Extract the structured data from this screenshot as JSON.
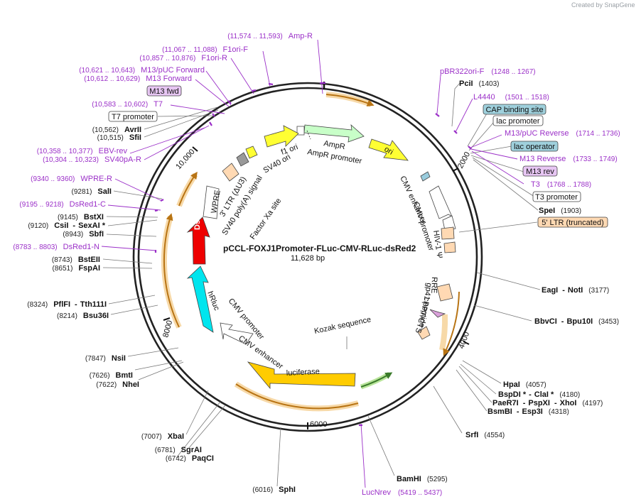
{
  "credit": "Created by SnapGene",
  "plasmid": {
    "name": "pCCL-FOXJ1Promoter-FLuc-CMV-RLuc-dsRed2",
    "size": "11,628 bp"
  },
  "scale_ticks": [
    "2000",
    "4000",
    "6000",
    "8000",
    "10,000"
  ],
  "enzymes": [
    {
      "name": "PciI",
      "coord": "(1403)"
    },
    {
      "name": "SpeI",
      "coord": "(1903)"
    },
    {
      "name": "EagI",
      "sep": "-",
      "name2": "NotI",
      "coord": "(3177)"
    },
    {
      "name": "BbvCI",
      "sep": "-",
      "name2": "Bpu10I",
      "coord": "(3453)"
    },
    {
      "name": "HpaI",
      "coord": "(4057)"
    },
    {
      "name": "BspDI *",
      "sep": "-",
      "name2": "ClaI *",
      "coord": "(4180)"
    },
    {
      "name": "PaeR7I",
      "sep": "-",
      "name2": "PspXI",
      "sep2": "-",
      "name3": "XhoI",
      "coord": "(4197)"
    },
    {
      "name": "BsmBI",
      "sep": "-",
      "name2": "Esp3I",
      "coord": "(4318)"
    },
    {
      "name": "SrfI",
      "coord": "(4554)"
    },
    {
      "name": "BamHI",
      "coord": "(5295)"
    },
    {
      "name": "SphI",
      "coord": "(6016)"
    },
    {
      "name": "PaqCI",
      "coord": "(6742)"
    },
    {
      "name": "SgrAI",
      "coord": "(6781)"
    },
    {
      "name": "XbaI",
      "coord": "(7007)"
    },
    {
      "name": "NheI",
      "coord": "(7622)"
    },
    {
      "name": "BmtI",
      "coord": "(7626)"
    },
    {
      "name": "NsiI",
      "coord": "(7847)"
    },
    {
      "name": "Bsu36I",
      "coord": "(8214)"
    },
    {
      "name": "PflFI",
      "sep": "-",
      "name2": "Tth111I",
      "coord": "(8324)"
    },
    {
      "name": "FspAI",
      "coord": "(8651)"
    },
    {
      "name": "BstEII",
      "coord": "(8743)"
    },
    {
      "name": "SbfI",
      "coord": "(8943)"
    },
    {
      "name": "CsiI",
      "sep": "-",
      "name2": "SexAI *",
      "coord": "(9120)"
    },
    {
      "name": "BstXI",
      "coord": "(9145)"
    },
    {
      "name": "SalI",
      "coord": "(9281)"
    },
    {
      "name": "SfiI",
      "coord": "(10,515)"
    },
    {
      "name": "AvrII",
      "coord": "(10,562)"
    }
  ],
  "primers": [
    {
      "name": "Amp-R",
      "coord": "(11,574 .. 11,593)"
    },
    {
      "name": "F1ori-F",
      "coord": "(11,067 .. 11,088)"
    },
    {
      "name": "F1ori-R",
      "coord": "(10,857 .. 10,876)"
    },
    {
      "name": "M13/pUC Forward",
      "coord": "(10,621 .. 10,643)"
    },
    {
      "name": "M13 Forward",
      "coord": "(10,612 .. 10,629)"
    },
    {
      "name": "T7",
      "coord": "(10,583 .. 10,602)"
    },
    {
      "name": "EBV-rev",
      "coord": "(10,358 .. 10,377)"
    },
    {
      "name": "SV40pA-R",
      "coord": "(10,304 .. 10,323)"
    },
    {
      "name": "WPRE-R",
      "coord": "(9340 .. 9360)"
    },
    {
      "name": "DsRed1-C",
      "coord": "(9195 .. 9218)"
    },
    {
      "name": "DsRed1-N",
      "coord": "(8783 .. 8803)"
    },
    {
      "name": "pBR322ori-F",
      "coord": "(1248 .. 1267)"
    },
    {
      "name": "L4440",
      "coord": "(1501 .. 1518)"
    },
    {
      "name": "M13/pUC Reverse",
      "coord": "(1714 .. 1736)"
    },
    {
      "name": "M13 Reverse",
      "coord": "(1733 .. 1749)"
    },
    {
      "name": "T3",
      "coord": "(1768 .. 1788)"
    },
    {
      "name": "LucNrev",
      "coord": "(5419 .. 5437)"
    }
  ],
  "boxed_labels": [
    {
      "text": "M13 fwd",
      "style": "purple"
    },
    {
      "text": "T7 promoter",
      "style": "white"
    },
    {
      "text": "CAP binding site",
      "style": "teal"
    },
    {
      "text": "lac promoter",
      "style": "white"
    },
    {
      "text": "lac operator",
      "style": "teal"
    },
    {
      "text": "M13 rev",
      "style": "purple"
    },
    {
      "text": "T3 promoter",
      "style": "white"
    },
    {
      "text": "5' LTR (truncated)",
      "style": "peach"
    }
  ],
  "features": [
    "AmpR",
    "AmpR promoter",
    "ori",
    "f1 ori",
    "SV40 ori",
    "CMV enhancer",
    "CMV promoter",
    "HIV-1 Ψ",
    "RRE",
    "gp41 peptide",
    "cPPT/CTS",
    "Kozak sequence",
    "luciferase",
    "CMV enhancer",
    "CMV promoter",
    "hRluc",
    "DsRed2",
    "WPRE",
    "3' LTR (ΔU3)",
    "SV40 poly(A) signal",
    "Factor Xa site"
  ],
  "colors": {
    "accent_primer": "#9b30c8",
    "amp": "#c8ffc8",
    "ori": "#ffff33",
    "luciferase": "#ffcc00",
    "hrluc": "#00e5ee",
    "dsred": "#ee0000",
    "ltr": "#ffd9b3",
    "orange_track": "#e8a020"
  }
}
